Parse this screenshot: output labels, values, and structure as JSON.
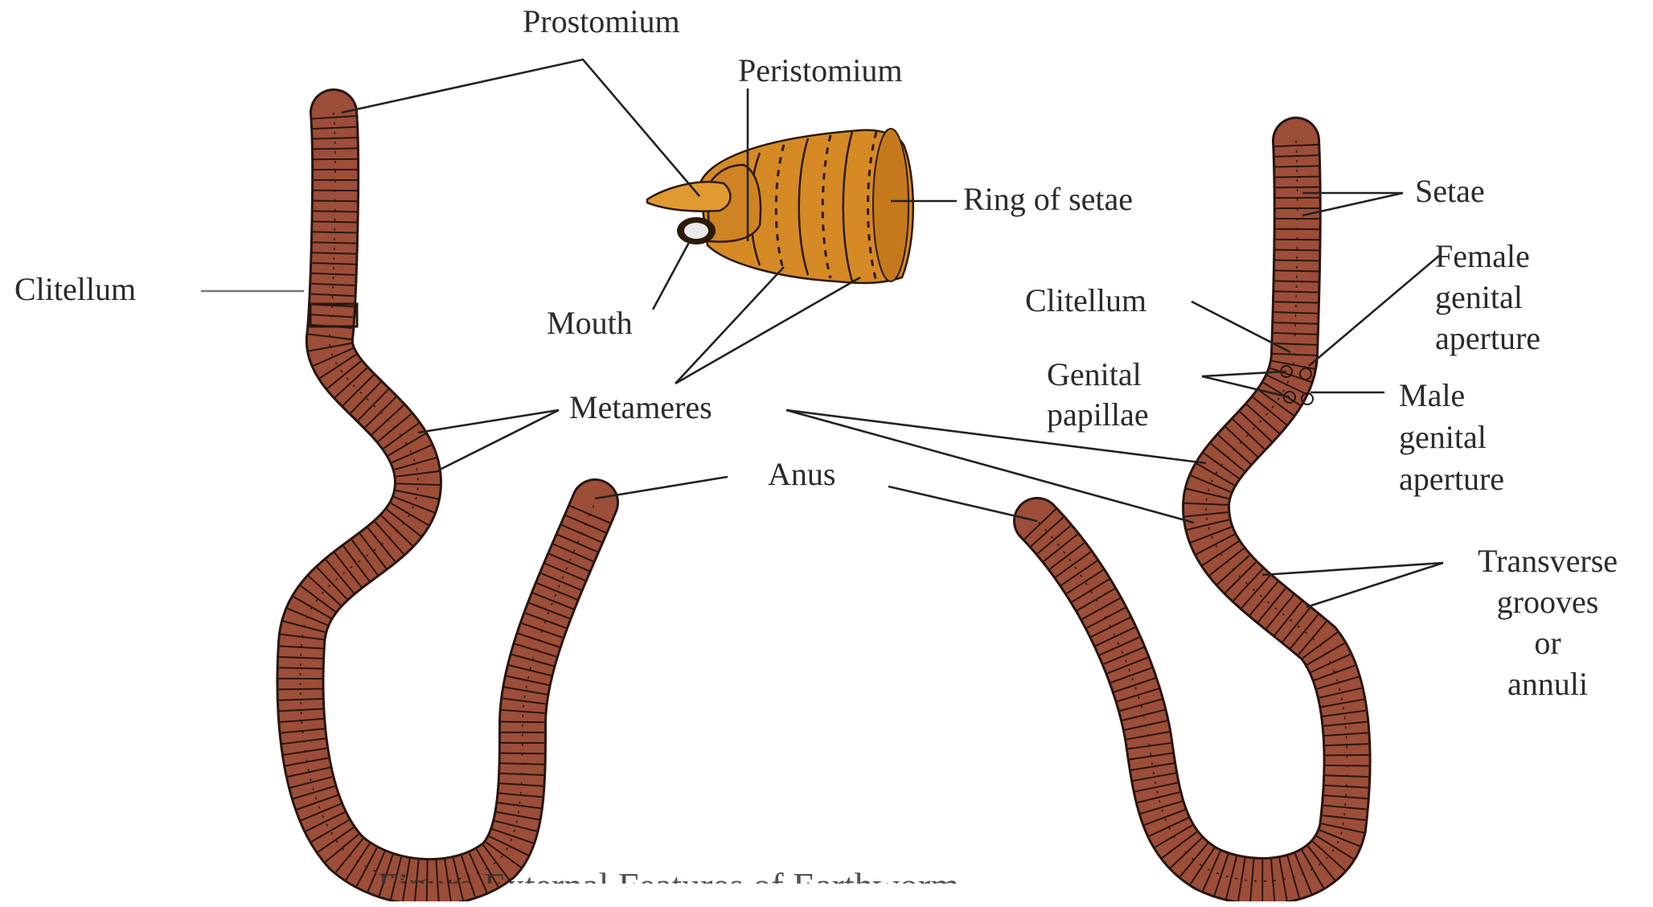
{
  "labels": {
    "prostomium": "Prostomium",
    "peristomium": "Peristomium",
    "ring_of_setae": "Ring of setae",
    "mouth": "Mouth",
    "clitellum_left": "Clitellum",
    "metameres": "Metameres",
    "anus": "Anus",
    "setae": "Setae",
    "female_genital_aperture": [
      "Female",
      "genital",
      "aperture"
    ],
    "clitellum_right": "Clitellum",
    "genital_papillae": [
      "Genital",
      "papillae"
    ],
    "male_genital_aperture": [
      "Male",
      "genital",
      "aperture"
    ],
    "transverse_grooves": [
      "Transverse",
      "grooves",
      "or",
      "annuli"
    ]
  },
  "caption": "Figure External Features of Earthworm",
  "colors": {
    "worm_body": "#9c4e39",
    "worm_segment_lines": "#2a150f",
    "head_body": "#d68a25",
    "head_dark": "#2d1a05",
    "leader_lines": "#222222"
  }
}
